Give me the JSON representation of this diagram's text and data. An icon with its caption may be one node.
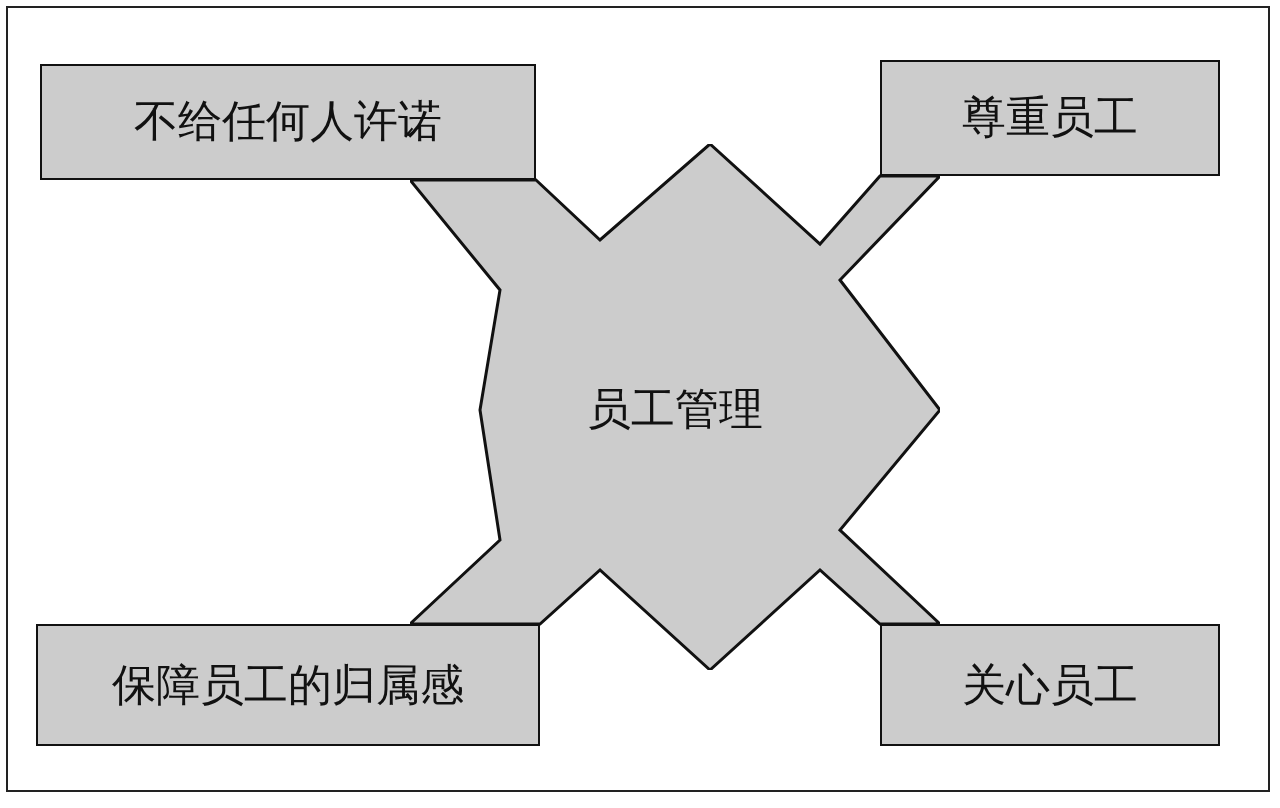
{
  "diagram": {
    "nodes": [
      {
        "text": [
          "不给任何人许诺"
        ]
      },
      {
        "text": [
          "尊重员工"
        ]
      },
      {
        "text": [
          "员工管理"
        ]
      },
      {
        "text": [
          "保障员工的归属感"
        ]
      },
      {
        "text": [
          "关心员工"
        ]
      }
    ]
  }
}
